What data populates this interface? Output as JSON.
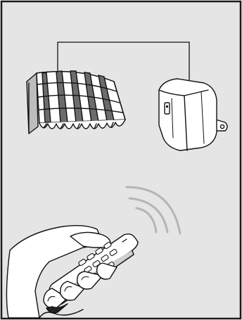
{
  "diagram": {
    "panel_background": "#e5e5e5",
    "border_color": "#1a1a1a",
    "wire_color": "#111111",
    "signal_wave_color": "#b5b5b5",
    "components": [
      {
        "id": "awning",
        "icon": "awning-icon"
      },
      {
        "id": "receiver",
        "icon": "receiver-module-icon"
      },
      {
        "id": "remote",
        "icon": "remote-control-icon"
      },
      {
        "id": "hand",
        "icon": "hand-icon"
      }
    ],
    "connections": [
      {
        "from": "awning",
        "to": "receiver",
        "kind": "wire"
      },
      {
        "from": "remote",
        "to": "receiver",
        "kind": "wireless-signal",
        "arcs": 3
      }
    ]
  }
}
